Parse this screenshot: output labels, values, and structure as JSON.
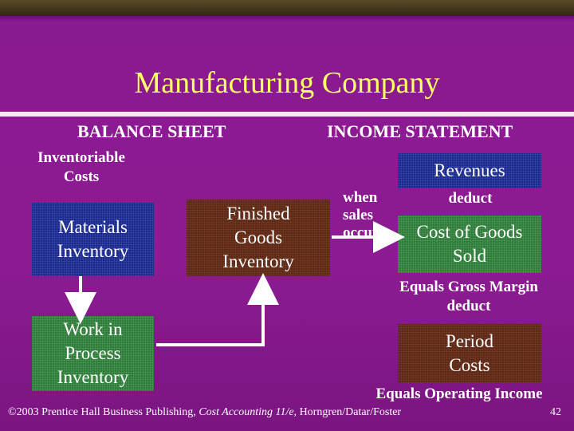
{
  "title": "Manufacturing Company",
  "balance_sheet": {
    "heading": "BALANCE SHEET",
    "inventoriable_costs_label": "Inventoriable\nCosts",
    "materials_inventory": "Materials Inventory",
    "work_in_process": "Work in Process Inventory",
    "finished_goods": "Finished Goods Inventory"
  },
  "income_statement": {
    "heading": "INCOME STATEMENT",
    "revenues": "Revenues",
    "when_sales_occur": "when\nsales\noccur",
    "deduct_1": "deduct",
    "cost_of_goods_sold": "Cost of Goods Sold",
    "equals_gross_margin": "Equals Gross Margin",
    "deduct_2": "deduct",
    "period_costs": "Period Costs",
    "equals_operating_income": "Equals Operating Income"
  },
  "footer": {
    "copyright_prefix": "©2003 Prentice Hall Business Publishing, ",
    "book_title": "Cost Accounting 11/e,",
    "authors": " Horngren/Datar/Foster",
    "page_number": "42"
  },
  "colors": {
    "background": "#8d1b93",
    "title": "#ffff66",
    "materials_box": "#1b2a88",
    "work_in_process_box": "#2f7a3a",
    "finished_goods_box": "#5a2a18",
    "revenues_box": "#1b2a88",
    "cogs_box": "#2f7a3a",
    "period_costs_box": "#5a2a18"
  }
}
